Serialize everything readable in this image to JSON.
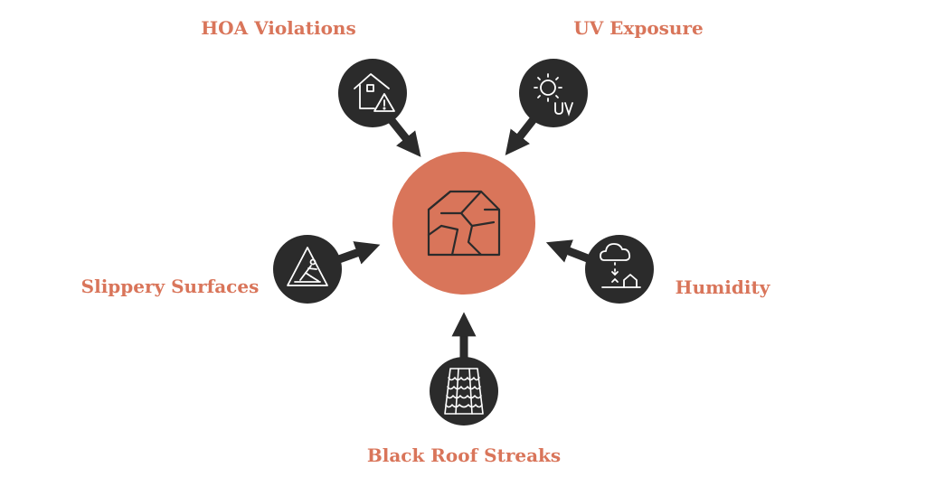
{
  "colors": {
    "accent": "#D9755A",
    "node": "#2B2B2B",
    "icon_stroke": "#FFFFFF",
    "center_stroke": "#2B2B2B"
  },
  "center": {
    "icon": "cracked-house-icon"
  },
  "factors": [
    {
      "label": "HOA Violations",
      "icon": "house-warning-icon"
    },
    {
      "label": "UV Exposure",
      "icon": "sun-uv-icon"
    },
    {
      "label": "Slippery Surfaces",
      "icon": "slip-warning-icon"
    },
    {
      "label": "Humidity",
      "icon": "cloud-humidity-icon"
    },
    {
      "label": "Black Roof Streaks",
      "icon": "roof-tiles-icon"
    }
  ]
}
